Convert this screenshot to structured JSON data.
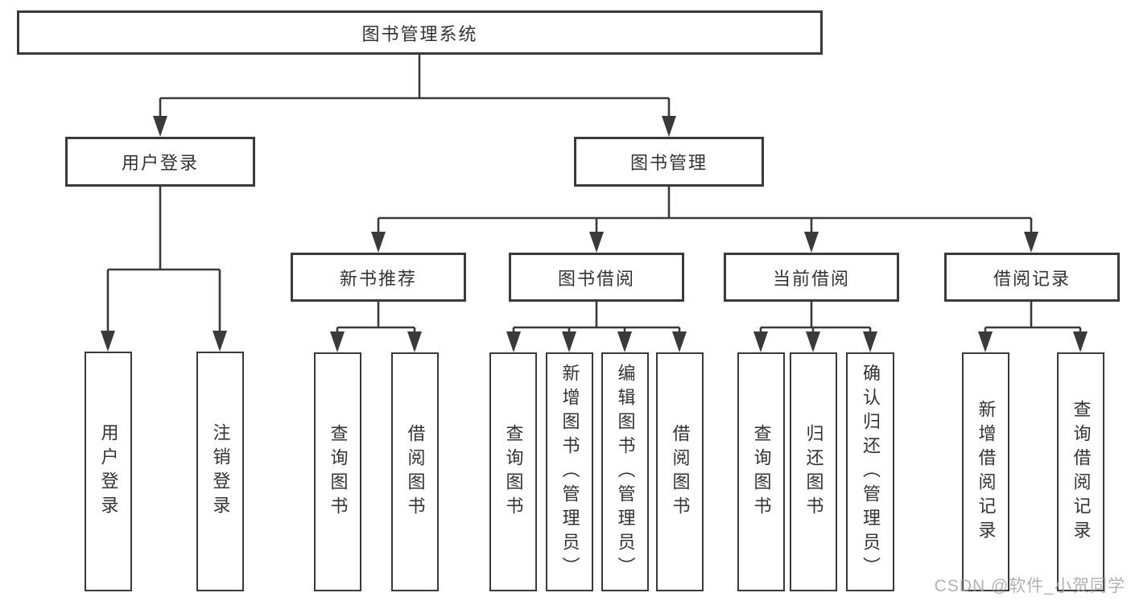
{
  "diagram": {
    "root": "图书管理系统",
    "level2": {
      "user_login": "用户登录",
      "book_management": "图书管理"
    },
    "level3": {
      "new_book_recommend": "新书推荐",
      "book_borrowing": "图书借阅",
      "current_borrowing": "当前借阅",
      "borrowing_records": "借阅记录"
    },
    "leaves": {
      "login_user": "用户登录",
      "login_logout": "注销登录",
      "rec_query_books": "查询图书",
      "rec_borrow_books": "借阅图书",
      "bor_query_books": "查询图书",
      "bor_add_books": "新增图书（管理员）",
      "bor_edit_books": "编辑图书（管理员）",
      "bor_borrow_books": "借阅图书",
      "cur_query_books": "查询图书",
      "cur_return_books": "归还图书",
      "cur_confirm_return": "确认归还（管理员）",
      "recd_add_record": "新增借阅记录",
      "recd_query_record": "查询借阅记录"
    }
  },
  "watermark": "CSDN @软件_小贺同学",
  "colors": {
    "line": "#3a3a3a",
    "box_border": "#3a3a3a",
    "text": "#333333",
    "watermark": "#a4a4a4",
    "background": "#ffffff"
  }
}
